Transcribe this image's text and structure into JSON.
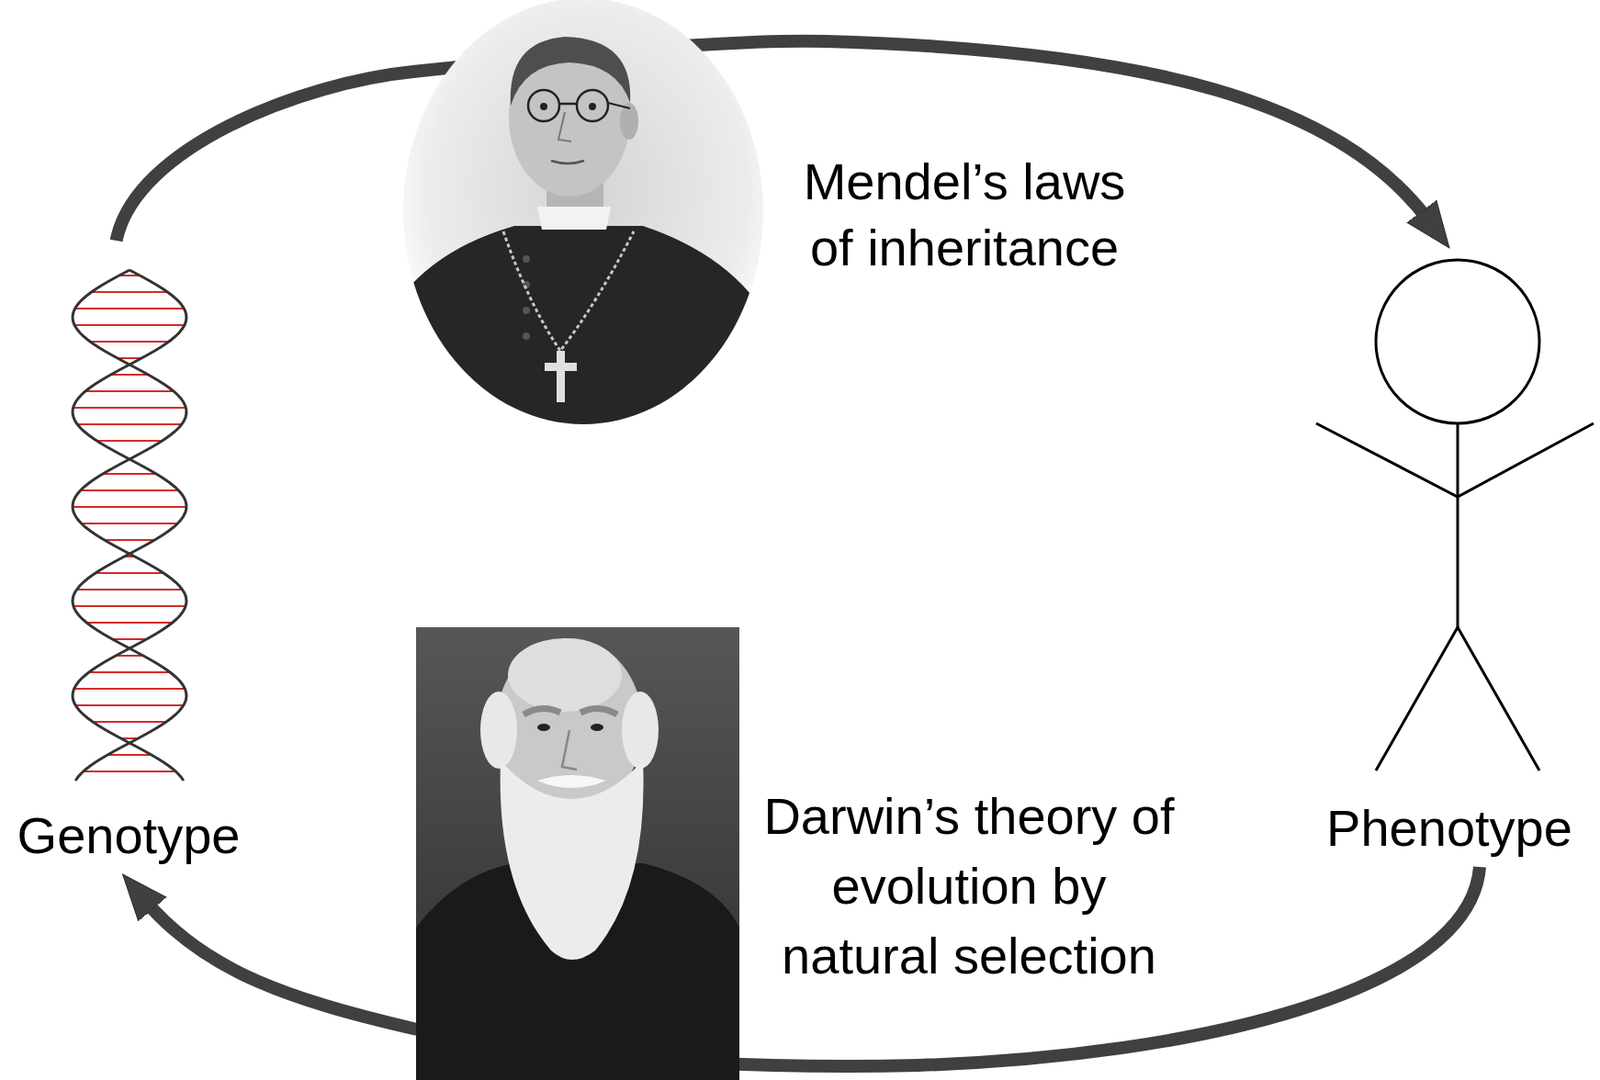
{
  "diagram": {
    "nodes": [
      {
        "text": [
          "Genotype"
        ]
      },
      {
        "text": [
          "Phenotype"
        ]
      }
    ],
    "edges": [
      {
        "from": 0,
        "to": 1,
        "arrow": "to"
      },
      {
        "from": 1,
        "to": 0,
        "arrow": "to"
      }
    ],
    "labels": [
      "Mendel’s laws of inheritance",
      "Darwin’s theory of evolution by natural selection"
    ]
  }
}
